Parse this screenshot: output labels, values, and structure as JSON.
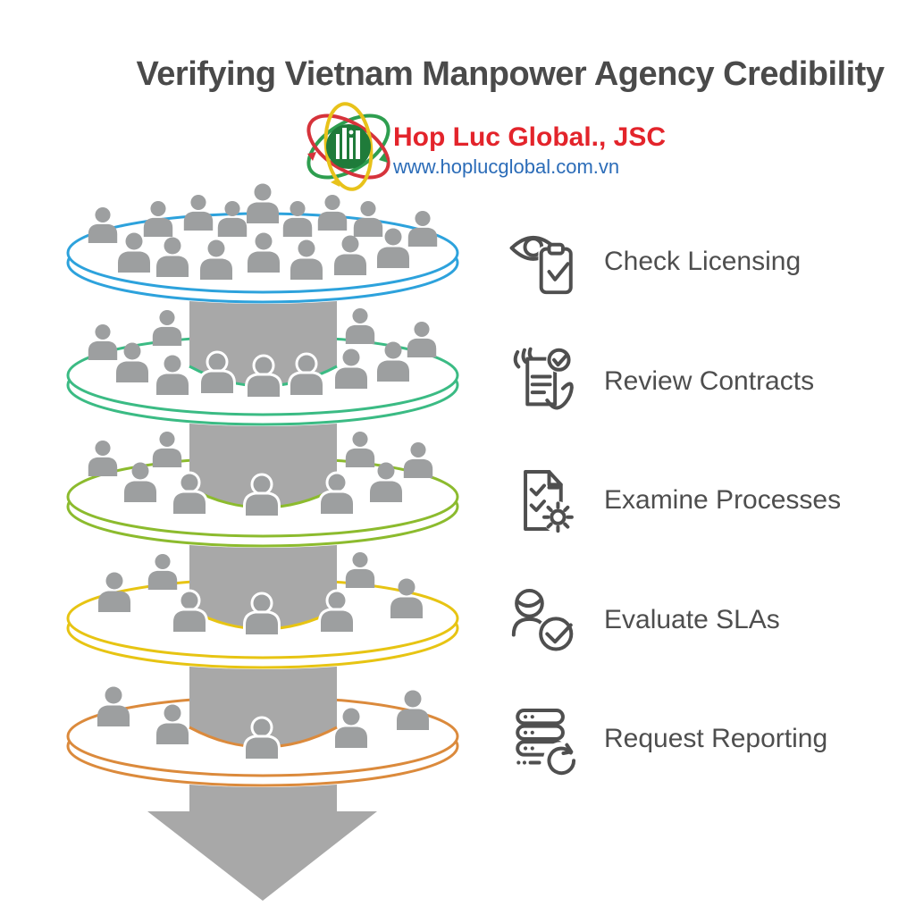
{
  "title": "Verifying Vietnam Manpower Agency Credibility",
  "logo": {
    "company": "Hop Luc Global., JSC",
    "website": "www.hoplucglobal.com.vn",
    "icon": "atom-orbits-globe-icon",
    "colors": {
      "company_text": "#E3242B",
      "website_text": "#2B6CB8",
      "orbit_green": "#2E9E4F",
      "orbit_red": "#D6333B",
      "orbit_yellow": "#E8C21A",
      "globe_green": "#1F7B3A"
    }
  },
  "funnel": {
    "description": "Five stacked discs crowded with people, pierced by a large downward gray arrow",
    "arrow_color": "#A8A8A8",
    "person_color": "#9D9FA0",
    "levels": [
      {
        "name": "level-1",
        "color": "#2DA2DC",
        "people_count": 16
      },
      {
        "name": "level-2",
        "color": "#3BBB84",
        "people_count": 11
      },
      {
        "name": "level-3",
        "color": "#8CBB2E",
        "people_count": 9
      },
      {
        "name": "level-4",
        "color": "#E7C413",
        "people_count": 7
      },
      {
        "name": "level-5",
        "color": "#DB8A3C",
        "people_count": 5
      }
    ]
  },
  "steps": [
    {
      "label": "Check Licensing",
      "icon": "eye-clipboard-check-icon"
    },
    {
      "label": "Review Contracts",
      "icon": "hands-document-check-icon"
    },
    {
      "label": "Examine Processes",
      "icon": "document-checklist-gear-icon"
    },
    {
      "label": "Evaluate SLAs",
      "icon": "person-check-circle-icon"
    },
    {
      "label": "Request Reporting",
      "icon": "server-refresh-icon"
    }
  ]
}
